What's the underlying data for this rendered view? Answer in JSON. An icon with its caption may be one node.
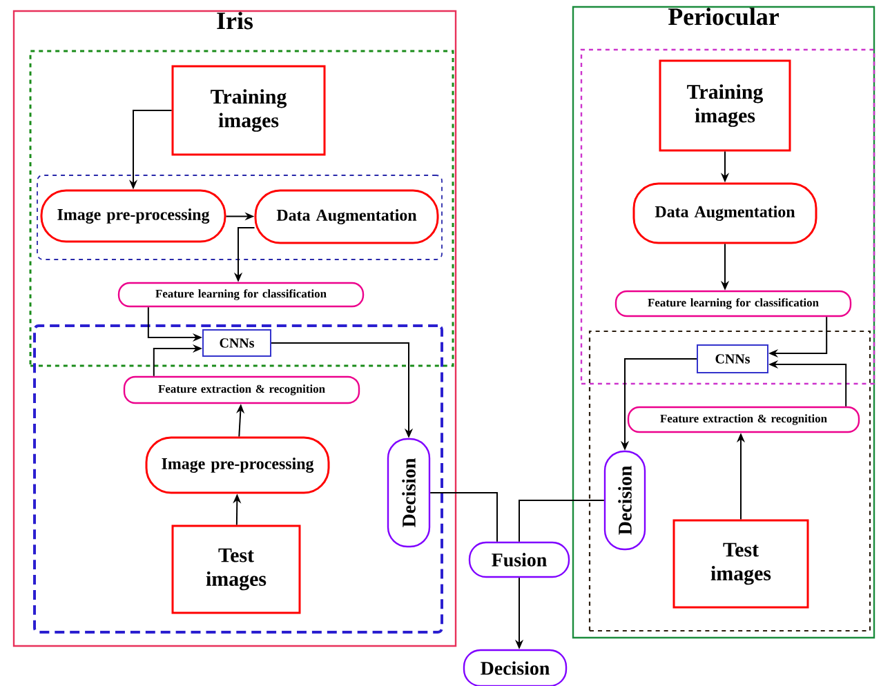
{
  "diagram": {
    "nodes": [
      {
        "text": [
          "Iris"
        ]
      },
      {
        "text": [],
        "shape": "box",
        "in": 0
      },
      {
        "text": [
          "Training images"
        ],
        "in": 1
      },
      {
        "text": [],
        "shape": "box",
        "in": 1
      },
      {
        "text": [
          "Image pre-processing"
        ],
        "in": 3
      },
      {
        "text": [
          "Data Augmentation"
        ],
        "in": 3
      },
      {
        "text": [
          "Feature learning for classification"
        ],
        "in": 1
      },
      {
        "text": [],
        "shape": "box",
        "in": 0
      },
      {
        "text": [
          "CNNs"
        ]
      },
      {
        "text": [
          "Feature extraction & recognition"
        ],
        "in": 7
      },
      {
        "text": [
          "Image pre-processing"
        ],
        "in": 7
      },
      {
        "text": [
          "Test images"
        ],
        "in": 7
      },
      {
        "text": [
          "Decision"
        ],
        "in": 7
      },
      {
        "text": [
          "Periocular"
        ]
      },
      {
        "text": [],
        "shape": "box",
        "in": 13
      },
      {
        "text": [
          "Training images"
        ],
        "in": 14
      },
      {
        "text": [
          "Data Augmentation"
        ],
        "in": 14
      },
      {
        "text": [
          "Feature learning for classification"
        ],
        "in": 14
      },
      {
        "text": [],
        "shape": "box",
        "in": 13
      },
      {
        "text": [
          "CNNs"
        ]
      },
      {
        "text": [
          "Feature extraction & recognition"
        ],
        "in": 18
      },
      {
        "text": [
          "Decision"
        ],
        "in": 18
      },
      {
        "text": [
          "Test images"
        ],
        "in": 18
      },
      {
        "text": [
          "Fusion"
        ]
      },
      {
        "text": [
          "Decision"
        ]
      }
    ],
    "edges": [
      {
        "from": 2,
        "to": 4,
        "arrow": "to"
      },
      {
        "from": 4,
        "to": 5,
        "arrow": "to"
      },
      {
        "from": 5,
        "to": 6,
        "arrow": "to"
      },
      {
        "from": 6,
        "to": 8,
        "arrow": "to"
      },
      {
        "from": 9,
        "to": 8,
        "arrow": "to"
      },
      {
        "from": 8,
        "to": 12,
        "arrow": "to"
      },
      {
        "from": 11,
        "to": 10,
        "arrow": "to"
      },
      {
        "from": 10,
        "to": 9,
        "arrow": "to"
      },
      {
        "from": 12,
        "to": 23,
        "arrow": "none"
      },
      {
        "from": 15,
        "to": 16,
        "arrow": "to"
      },
      {
        "from": 16,
        "to": 17,
        "arrow": "to"
      },
      {
        "from": 17,
        "to": 19,
        "arrow": "to"
      },
      {
        "from": 20,
        "to": 19,
        "arrow": "to"
      },
      {
        "from": 19,
        "to": 21,
        "arrow": "to"
      },
      {
        "from": 22,
        "to": 20,
        "arrow": "to"
      },
      {
        "from": 21,
        "to": 23,
        "arrow": "none"
      },
      {
        "from": 23,
        "to": 24,
        "arrow": "to"
      }
    ]
  }
}
